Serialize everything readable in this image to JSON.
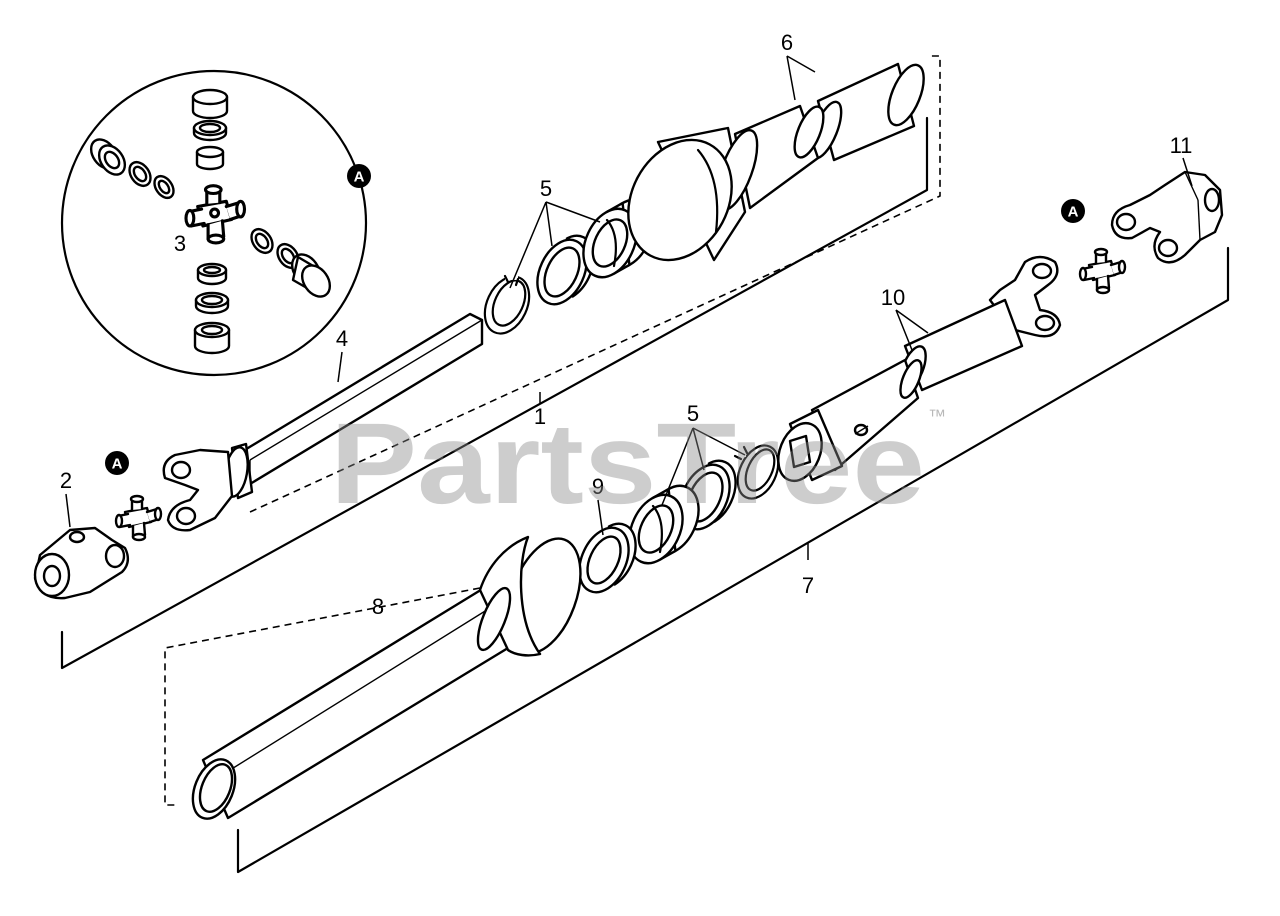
{
  "diagram": {
    "labels": {
      "part_1": "1",
      "part_2": "2",
      "part_3": "3",
      "part_4": "4",
      "part_5_upper": "5",
      "part_5_lower": "5",
      "part_6": "6",
      "part_7": "7",
      "part_8": "8",
      "part_9": "9",
      "part_10": "10",
      "part_11": "11"
    },
    "detail_markers": [
      "A",
      "A",
      "A"
    ],
    "watermark": {
      "text": "PartsTree",
      "trademark": "™"
    }
  },
  "colors": {
    "line": "#000000",
    "background": "#ffffff",
    "watermark": "#8a8a8a"
  }
}
